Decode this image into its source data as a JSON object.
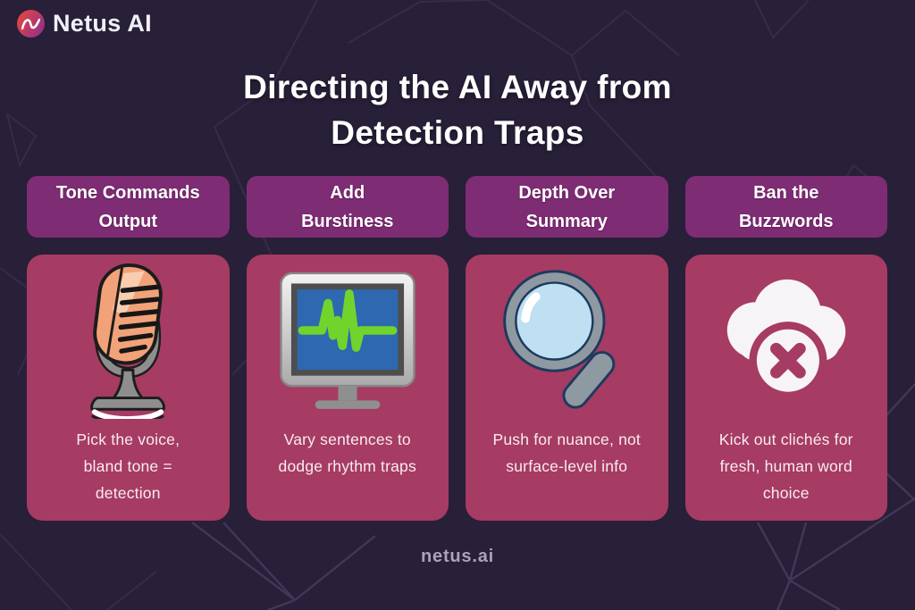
{
  "colors": {
    "background": "#281f38",
    "mesh_line": "#6a5d8a",
    "header_box": "#7e2c74",
    "card": "#a63b63",
    "title_text": "#ffffff",
    "header_text": "#ffffff",
    "card_text": "#f8ebf1",
    "footer_text": "#aba2b9",
    "logo_text": "#f3eff7",
    "logo_gradient_start": "#e2463e",
    "logo_gradient_end": "#8e2f8f",
    "mic_body": "#f2a278",
    "monitor_screen": "#2d68b0",
    "waveform_green": "#70d42c",
    "lens_blue": "#bfdff2",
    "icon_gray": "#8f99a1",
    "cloud_white": "#f7f4f7"
  },
  "brand": {
    "name": "Netus AI",
    "footer": "netus.ai"
  },
  "title": {
    "line1": "Directing the AI Away from",
    "line2": "Detection Traps"
  },
  "columns": [
    {
      "header_lines": [
        "Tone Commands",
        "Output"
      ],
      "icon": "microphone-icon",
      "desc_lines": [
        "Pick the voice,",
        "bland tone =",
        "detection"
      ]
    },
    {
      "header_lines": [
        "Add",
        "Burstiness"
      ],
      "icon": "monitor-waveform-icon",
      "desc_lines": [
        "Vary sentences to",
        "dodge rhythm traps"
      ]
    },
    {
      "header_lines": [
        "Depth Over",
        "Summary"
      ],
      "icon": "magnifying-glass-icon",
      "desc_lines": [
        "Push for nuance, not",
        "surface-level info"
      ]
    },
    {
      "header_lines": [
        "Ban the",
        "Buzzwords"
      ],
      "icon": "cloud-x-icon",
      "desc_lines": [
        "Kick out clichés for",
        "fresh, human word",
        "choice"
      ]
    }
  ]
}
